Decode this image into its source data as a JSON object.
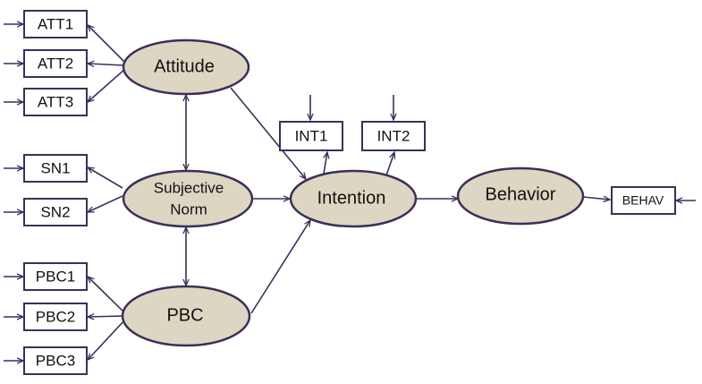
{
  "colors": {
    "latent_fill": "#ddd6c3",
    "stroke": "#3b2f58",
    "text": "#111111"
  },
  "latent": {
    "attitude": "Attitude",
    "subjective_norm_line1": "Subjective",
    "subjective_norm_line2": "Norm",
    "pbc": "PBC",
    "intention": "Intention",
    "behavior": "Behavior"
  },
  "indicators": {
    "att1": "ATT1",
    "att2": "ATT2",
    "att3": "ATT3",
    "sn1": "SN1",
    "sn2": "SN2",
    "pbc1": "PBC1",
    "pbc2": "PBC2",
    "pbc3": "PBC3",
    "int1": "INT1",
    "int2": "INT2",
    "behav": "BEHAV"
  }
}
